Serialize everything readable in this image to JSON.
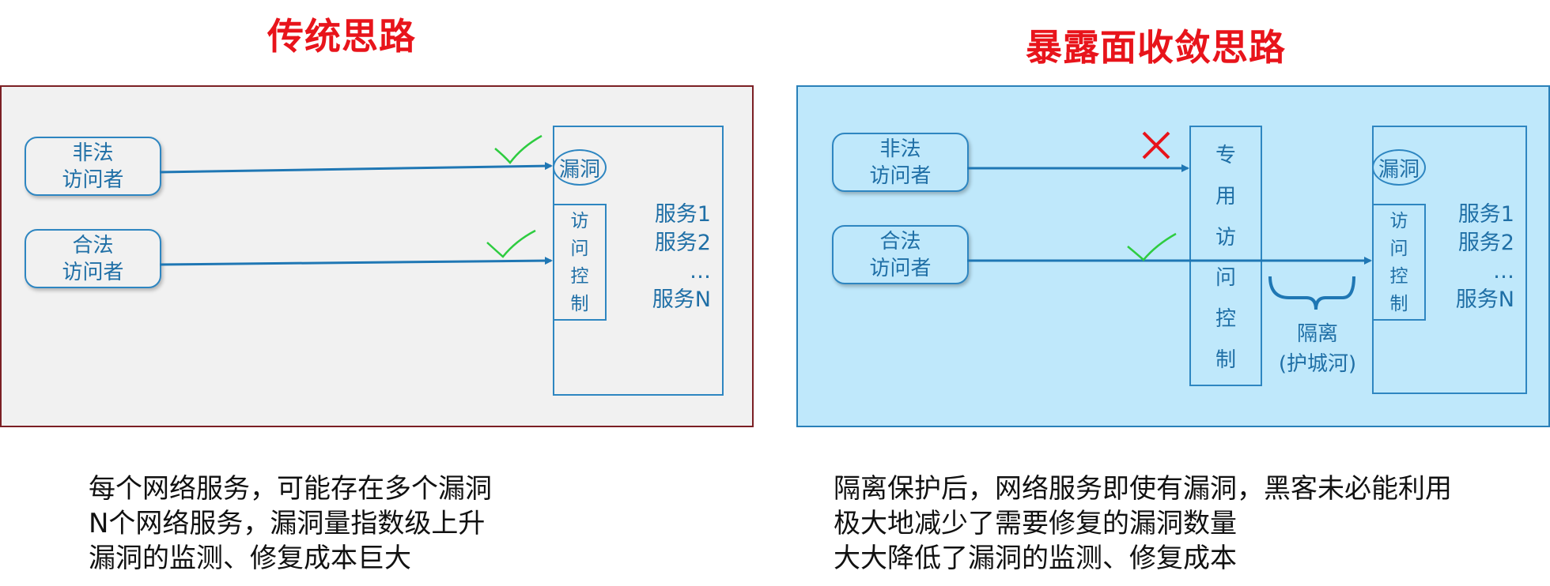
{
  "left": {
    "title": "传统思路",
    "illegal_visitor": [
      "非法",
      "访问者"
    ],
    "legal_visitor": [
      "合法",
      "访问者"
    ],
    "vuln_label": "漏洞",
    "acl_chars": [
      "访",
      "问",
      "控",
      "制"
    ],
    "services": [
      "服务1",
      "服务2",
      "…",
      "服务N"
    ],
    "caption": [
      "每个网络服务，可能存在多个漏洞",
      "N个网络服务，漏洞量指数级上升",
      "漏洞的监测、修复成本巨大"
    ]
  },
  "right": {
    "title": "暴露面收敛思路",
    "illegal_visitor": [
      "非法",
      "访问者"
    ],
    "legal_visitor": [
      "合法",
      "访问者"
    ],
    "dedicated_acl_chars": [
      "专",
      "用",
      "访",
      "问",
      "控",
      "制"
    ],
    "vuln_label": "漏洞",
    "acl_chars": [
      "访",
      "问",
      "控",
      "制"
    ],
    "services": [
      "服务1",
      "服务2",
      "…",
      "服务N"
    ],
    "gap_label": [
      "隔离",
      "(护城河)"
    ],
    "caption": [
      "隔离保护后，网络服务即使有漏洞，黑客未必能利用",
      "极大地减少了需要修复的漏洞数量",
      "大大降低了漏洞的监测、修复成本"
    ]
  },
  "colors": {
    "title": "#e8141b",
    "node": "#2e86c1",
    "check": "#2ecc40",
    "cross": "#e8141b"
  }
}
